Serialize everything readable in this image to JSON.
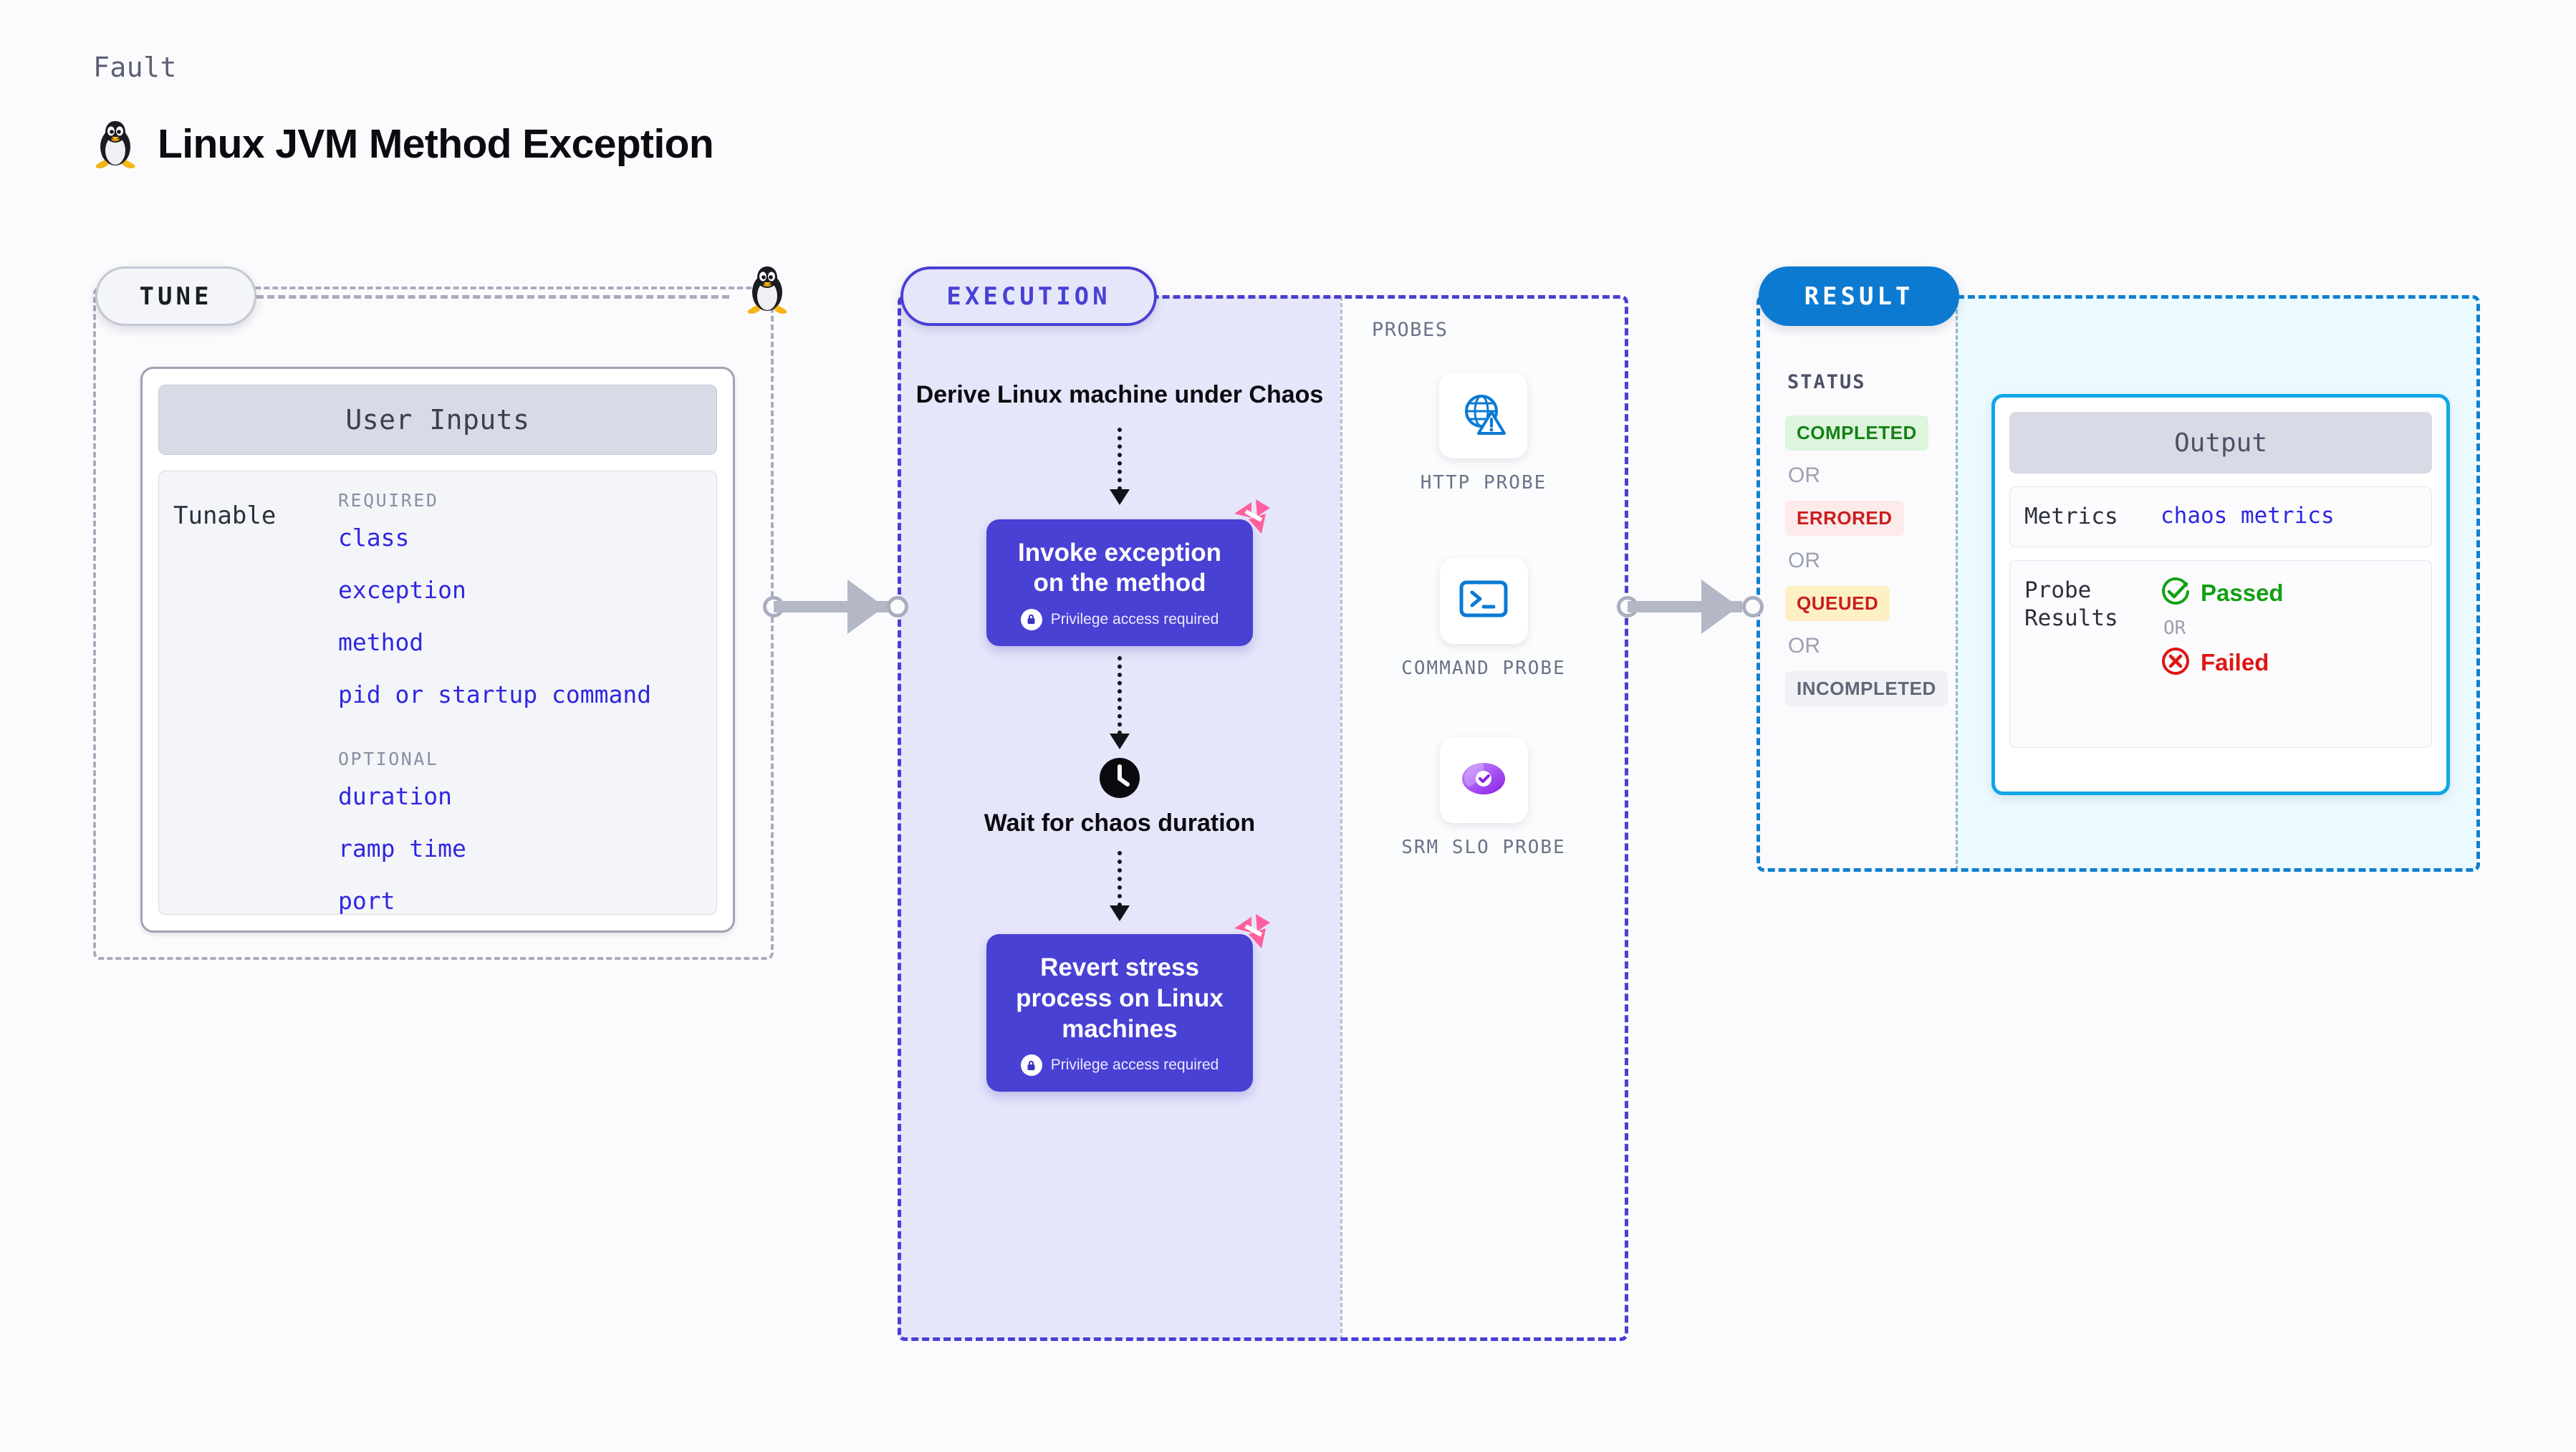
{
  "header": {
    "kicker": "Fault",
    "title": "Linux JVM Method Exception",
    "icon": "linux-tux-icon"
  },
  "stages": {
    "tune": "TUNE",
    "execution": "EXECUTION",
    "result": "RESULT"
  },
  "tune": {
    "card_title": "User Inputs",
    "row_label": "Tunable",
    "required_label": "REQUIRED",
    "optional_label": "OPTIONAL",
    "required": [
      "class",
      "exception",
      "method",
      "pid or startup command"
    ],
    "optional": [
      "duration",
      "ramp time",
      "port"
    ]
  },
  "execution": {
    "steps": [
      {
        "type": "text",
        "label": "Derive Linux machine under Chaos"
      },
      {
        "type": "node",
        "label": "Invoke exception on the method",
        "privilege": "Privilege access required",
        "badge": "harness-logo-icon",
        "lock": "lock-icon"
      },
      {
        "type": "clock",
        "icon": "clock-icon",
        "label": "Wait for chaos duration"
      },
      {
        "type": "node",
        "label": "Revert stress process on Linux machines",
        "privilege": "Privilege access required",
        "badge": "harness-logo-icon",
        "lock": "lock-icon"
      }
    ]
  },
  "probes": {
    "title": "PROBES",
    "items": [
      {
        "label": "HTTP PROBE",
        "icon": "globe-warning-icon"
      },
      {
        "label": "COMMAND PROBE",
        "icon": "terminal-icon"
      },
      {
        "label": "SRM SLO PROBE",
        "icon": "srm-slo-icon"
      }
    ]
  },
  "result": {
    "status_title": "STATUS",
    "or_label": "OR",
    "statuses": [
      {
        "label": "COMPLETED",
        "bg": "#ddf5dd",
        "fg": "#178017"
      },
      {
        "label": "ERRORED",
        "bg": "#fdeaea",
        "fg": "#c81e1e"
      },
      {
        "label": "QUEUED",
        "bg": "#fdf0c4",
        "fg": "#c81e1e"
      },
      {
        "label": "INCOMPLETED",
        "bg": "#f0f1f6",
        "fg": "#616779"
      }
    ],
    "output": {
      "title": "Output",
      "metrics_key": "Metrics",
      "metrics_value": "chaos metrics",
      "probe_key": "Probe Results",
      "or_label": "OR",
      "passed": "Passed",
      "failed": "Failed",
      "passed_icon": "check-circle-icon",
      "failed_icon": "x-circle-icon",
      "passed_color": "#12a012",
      "failed_color": "#e01515"
    }
  },
  "colors": {
    "execution_accent": "#4940d4",
    "result_accent": "#0d7ad1",
    "tunable_value": "#2f26e0",
    "output_border": "#11a6e8"
  }
}
